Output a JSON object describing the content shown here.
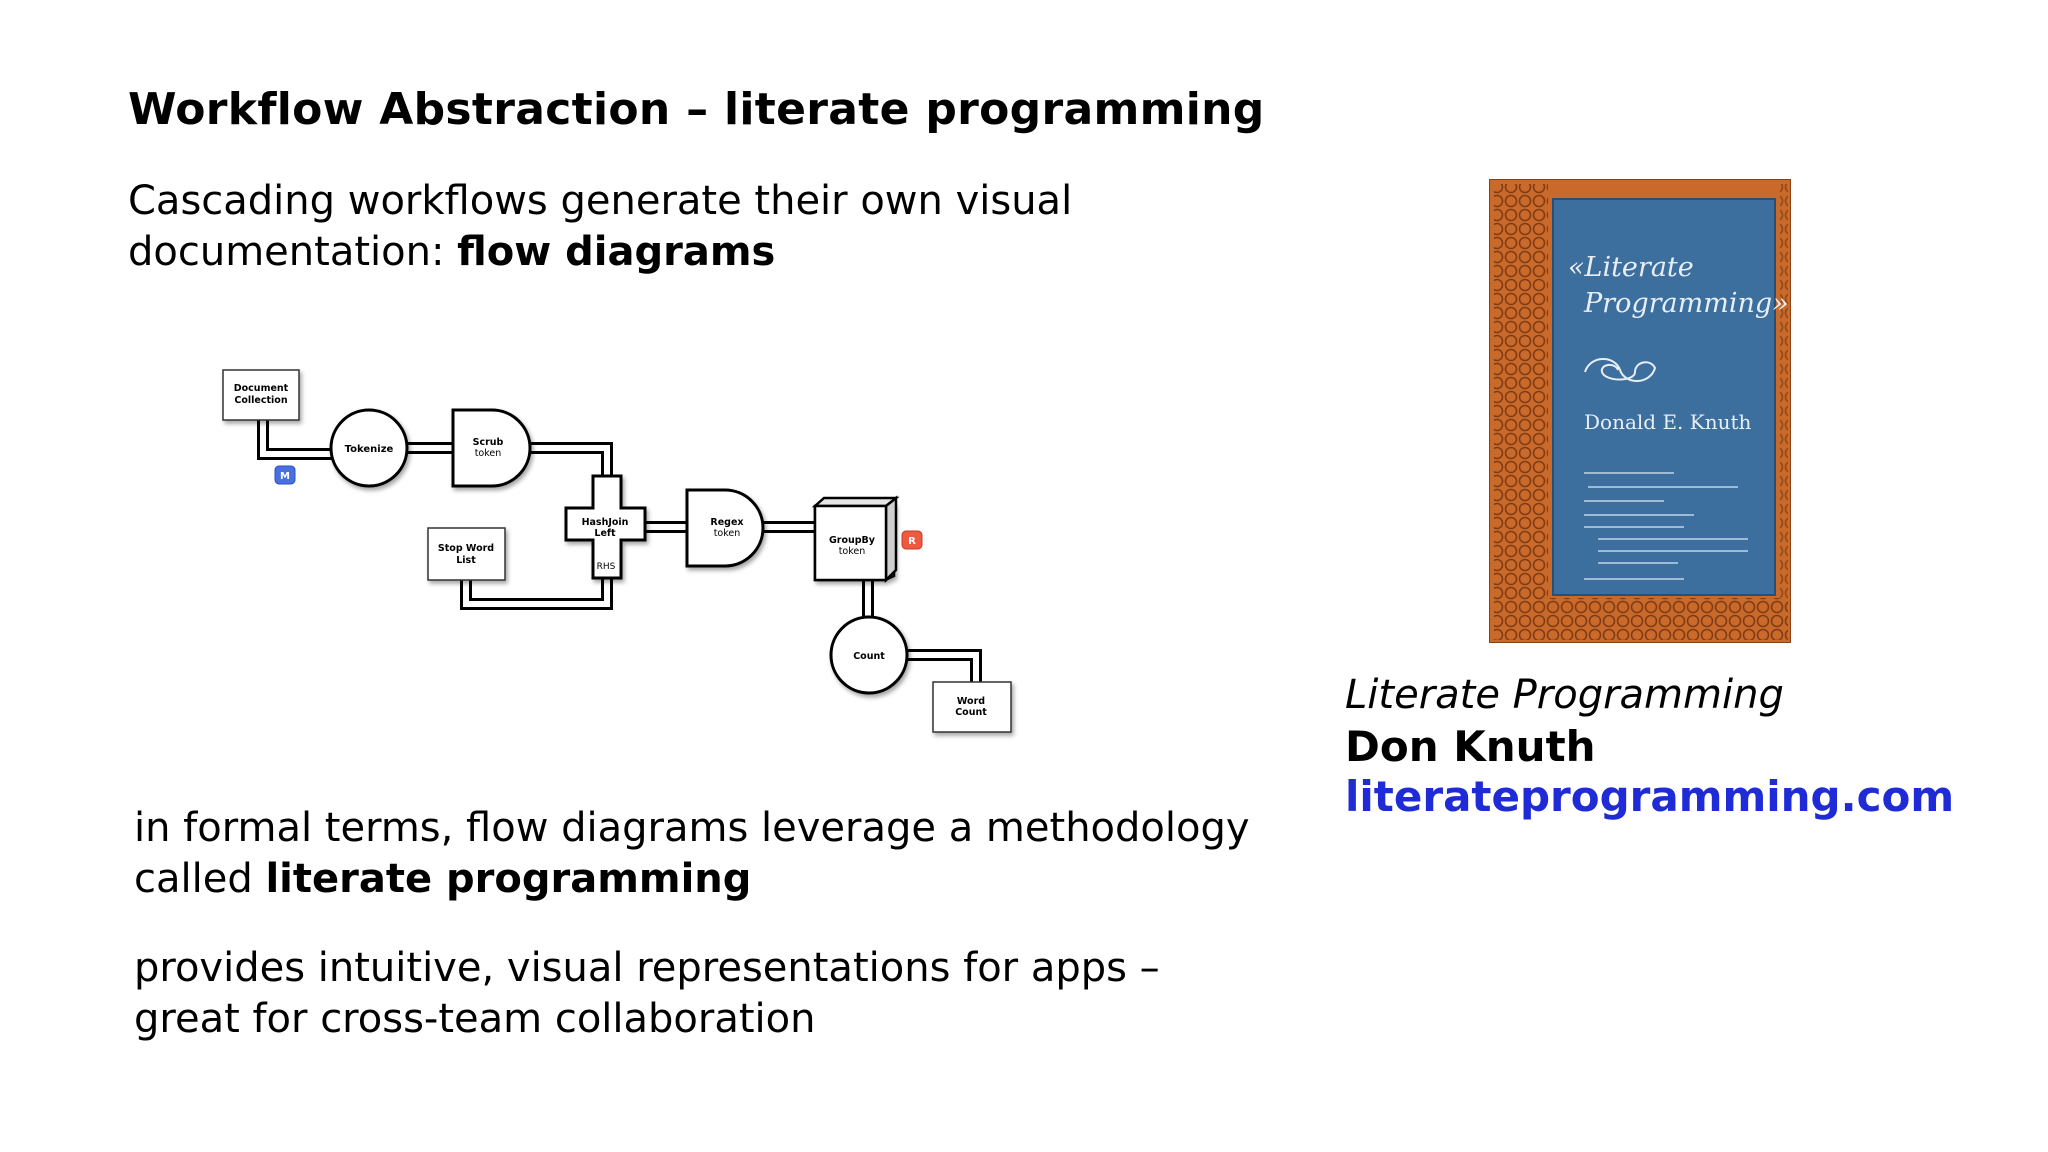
{
  "slide": {
    "title": "Workflow Abstraction – literate programming",
    "para1": {
      "line1": "Cascading workflows generate their own visual",
      "line2_plain": "documentation: ",
      "line2_bold": "flow diagrams"
    },
    "para2": {
      "line1": "in formal terms, flow diagrams leverage a methodology",
      "line2_plain": "called ",
      "line2_bold": "literate programming"
    },
    "para3": {
      "line1": "provides intuitive, visual representations for apps –",
      "line2": "great for cross-team collaboration"
    }
  },
  "diagram": {
    "nodes": {
      "document_collection": [
        "Document",
        "Collection"
      ],
      "tokenize": "Tokenize",
      "scrub": [
        "Scrub",
        "token"
      ],
      "stop_word_list": [
        "Stop Word",
        "List"
      ],
      "hashjoin": [
        "HashJoin",
        "Left"
      ],
      "hashjoin_rhs": "RHS",
      "regex": [
        "Regex",
        "token"
      ],
      "groupby": [
        "GroupBy",
        "token"
      ],
      "count": "Count",
      "word_count": [
        "Word",
        "Count"
      ]
    },
    "badges": {
      "map": "M",
      "reduce": "R"
    },
    "colors": {
      "map_badge": "#4a6fe0",
      "reduce_badge": "#ee5a40"
    }
  },
  "book": {
    "title_line1": "«Literate",
    "title_line2": "Programming»",
    "author": "Donald E. Knuth",
    "colors": {
      "cover": "#c9692a",
      "panel": "#3d6f9e"
    }
  },
  "caption": {
    "title": "Literate Programming",
    "author": "Don Knuth",
    "url": "literateprogramming.com",
    "url_color": "#1f2bd6"
  }
}
